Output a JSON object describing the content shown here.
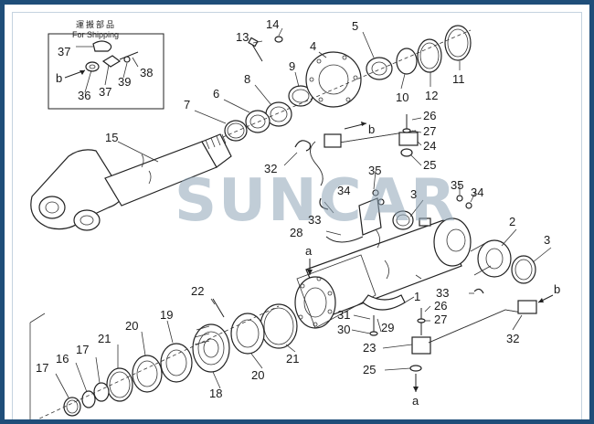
{
  "header": {
    "shipping_jp": "運搬部品",
    "shipping_en": "For Shipping"
  },
  "watermark": {
    "text": "SUNCAR"
  },
  "letters": {
    "a_top": "a",
    "a_bottom": "a",
    "b_shipping": "b",
    "b_pipe_top": "b",
    "b_pipe_right": "b"
  },
  "labels": {
    "l1": "1",
    "l2": "2",
    "l3a": "3",
    "l3b": "3",
    "l4": "4",
    "l5": "5",
    "l6": "6",
    "l7": "7",
    "l8": "8",
    "l9": "9",
    "l10": "10",
    "l11": "11",
    "l12": "12",
    "l13": "13",
    "l14": "14",
    "l15": "15",
    "l16": "16",
    "l17a": "17",
    "l17b": "17",
    "l18": "18",
    "l19": "19",
    "l20a": "20",
    "l20b": "20",
    "l21a": "21",
    "l21b": "21",
    "l22": "22",
    "l23": "23",
    "l24": "24",
    "l25a": "25",
    "l25b": "25",
    "l26a": "26",
    "l26b": "26",
    "l27a": "27",
    "l27b": "27",
    "l28": "28",
    "l29": "29",
    "l30": "30",
    "l31": "31",
    "l32a": "32",
    "l32b": "32",
    "l33a": "33",
    "l33b": "33",
    "l34a": "34",
    "l34b": "34",
    "l35a": "35",
    "l35b": "35",
    "l36": "36",
    "l37a": "37",
    "l37b": "37",
    "l38": "38",
    "l39": "39"
  },
  "colors": {
    "frame": "#1f4e79",
    "watermark": "#8fa6b8"
  }
}
